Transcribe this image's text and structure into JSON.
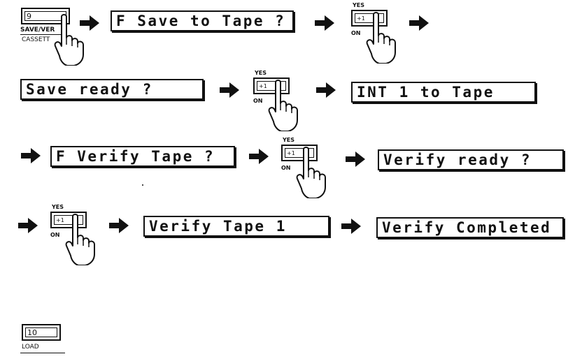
{
  "keys": {
    "save_verify": {
      "number": "9",
      "label": "SAVE/VER",
      "sublabel": "CASSETT"
    },
    "load": {
      "number": "10",
      "label": "LOAD"
    }
  },
  "button": {
    "yes_label": "YES",
    "on_label": "ON",
    "panel_text": "+1"
  },
  "displays": {
    "save_to_tape": "F Save to Tape ?",
    "save_ready": "Save ready ?",
    "int_to_tape": "INT 1 to Tape",
    "verify_tape_prompt": "F Verify Tape ?",
    "verify_ready": "Verify ready ?",
    "verify_tape_1": "Verify Tape 1",
    "verify_completed": "Verify Completed"
  }
}
